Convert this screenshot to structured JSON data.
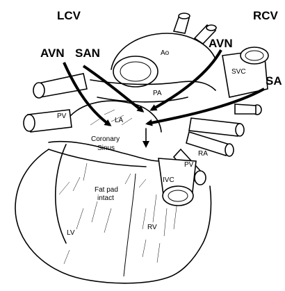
{
  "labels": {
    "lcv": "LCV",
    "rcv": "RCV",
    "avn_left": "AVN",
    "san": "SAN",
    "avn_right": "AVN",
    "sa": "SA",
    "ao": "Ao",
    "svc": "SVC",
    "pa": "PA",
    "la": "LA",
    "pv_left": "PV",
    "pv_right": "PV",
    "ra": "RA",
    "coronary_line1": "Coronary",
    "coronary_line2": "Sinus",
    "fatpad_line1": "Fat pad",
    "fatpad_line2": "intact",
    "ivc": "IVC",
    "lv": "LV",
    "rv": "RV"
  }
}
